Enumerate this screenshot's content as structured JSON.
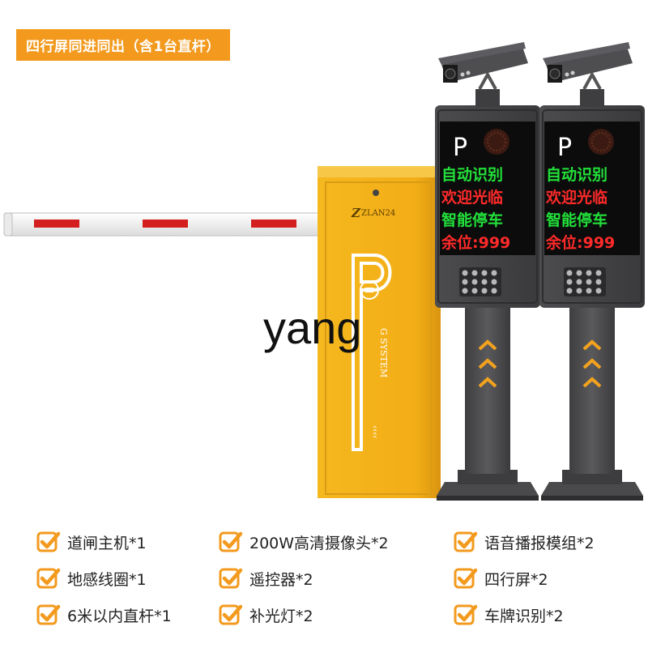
{
  "banner": "四行屏同进同出（含1台直杆）",
  "watermark": "yang",
  "barrier": {
    "brand": "ZLAN24",
    "p_letter": "P",
    "system_text": "G SYSTEM"
  },
  "displays": [
    {
      "p_letter": "P",
      "lines": [
        {
          "text": "自动识别",
          "color": "#22e03a"
        },
        {
          "text": "欢迎光临",
          "color": "#ff2a2a"
        },
        {
          "text": "智能停车",
          "color": "#22e03a"
        },
        {
          "text": "余位:999",
          "color": "#ff2a2a"
        }
      ]
    },
    {
      "p_letter": "P",
      "lines": [
        {
          "text": "自动识别",
          "color": "#22e03a"
        },
        {
          "text": "欢迎光临",
          "color": "#ff2a2a"
        },
        {
          "text": "智能停车",
          "color": "#22e03a"
        },
        {
          "text": "余位:999",
          "color": "#ff2a2a"
        }
      ]
    }
  ],
  "features": [
    {
      "text": "道闸主机*1"
    },
    {
      "text": "200W高清摄像头*2"
    },
    {
      "text": "语音播报模组*2"
    },
    {
      "text": "地感线圈*1"
    },
    {
      "text": "遥控器*2"
    },
    {
      "text": "四行屏*2"
    },
    {
      "text": "6米以内直杆*1"
    },
    {
      "text": "补光灯*2"
    },
    {
      "text": "车牌识别*2"
    }
  ],
  "colors": {
    "accent": "#f39a1e",
    "barrier_body": "#f2b21b",
    "post": "#4a4a4c",
    "stripe": "#d41f1f"
  }
}
